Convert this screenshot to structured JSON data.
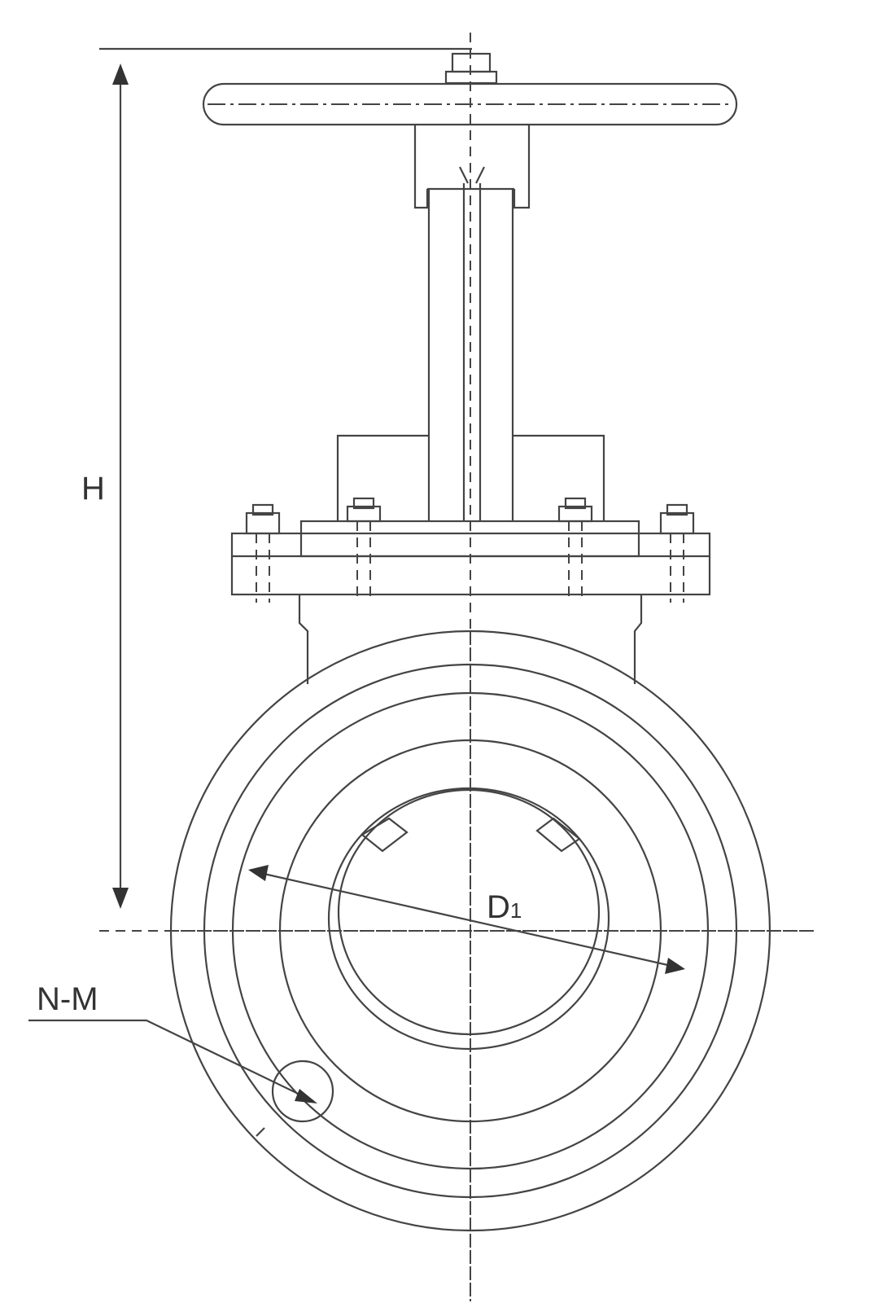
{
  "labels": {
    "height": "H",
    "diameter": "D",
    "diameter_sub": "1",
    "bolts": "N-M"
  }
}
